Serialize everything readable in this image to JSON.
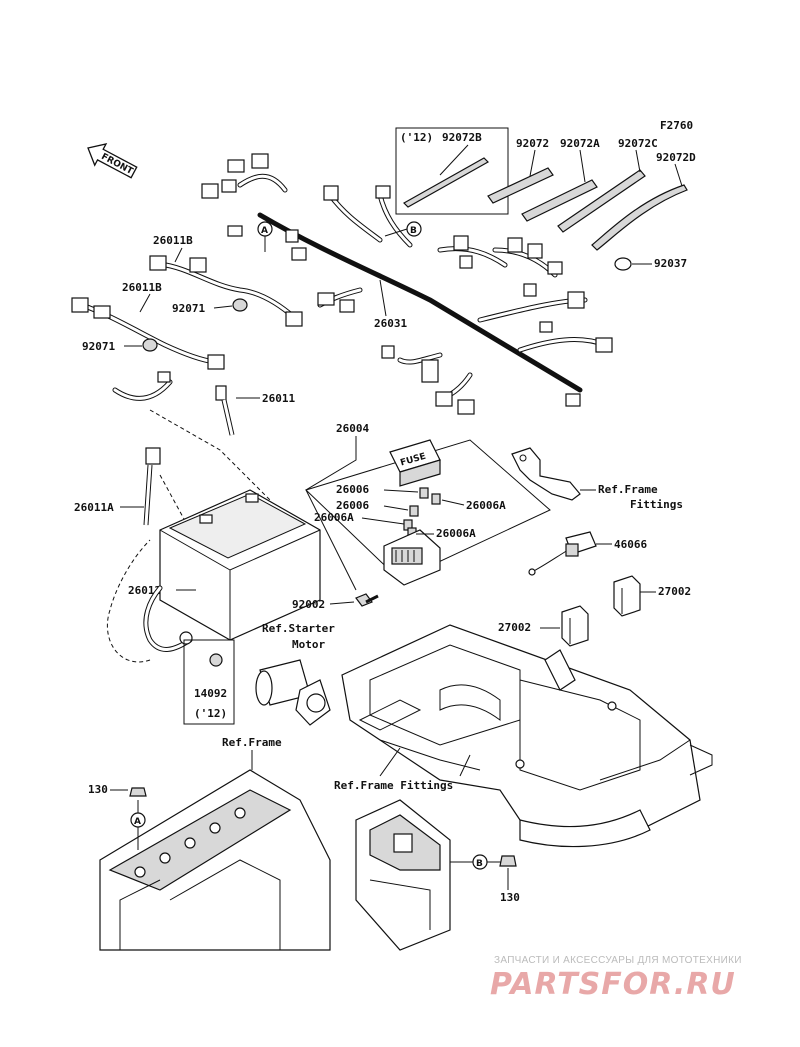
{
  "figure_code": "F2760",
  "front_label": "FRONT",
  "part_numbers": {
    "p92072B": "92072B",
    "p92072": "92072",
    "p92072A": "92072A",
    "p92072C": "92072C",
    "p92072D": "92072D",
    "p92037": "92037",
    "p26011B_a": "26011B",
    "p26011B_b": "26011B",
    "p92071_a": "92071",
    "p92071_b": "92071",
    "p26031": "26031",
    "p26011": "26011",
    "p26004": "26004",
    "p26006": "26006",
    "p26006b": "26006",
    "p26006A_a": "26006A",
    "p26006A_b": "26006A",
    "p26006A_c": "26006A",
    "p26011A": "26011A",
    "p46066": "46066",
    "p26012": "26012",
    "p92002": "92002",
    "p27002_a": "27002",
    "p27002_b": "27002",
    "p14092": "14092",
    "p130_a": "130",
    "p130_b": "130"
  },
  "year_notes": {
    "y12_top": "('12)",
    "y12_bottom": "('12)"
  },
  "references": {
    "frame_fittings_1": "Ref.Frame",
    "frame_fittings_2": "Fittings",
    "starter_1": "Ref.Starter",
    "starter_2": "Motor",
    "frame": "Ref.Frame",
    "frame_fittings_bottom": "Ref.Frame Fittings"
  },
  "callout_marks": {
    "a_top": "A",
    "b_top": "B",
    "a_bottom": "A",
    "b_bottom": "B"
  },
  "fuse_label": "FUSE",
  "watermark": {
    "tagline": "ЗАПЧАСТИ И АКСЕССУАРЫ ДЛЯ МОТОТЕХНИКИ",
    "logo": "PARTSFOR.RU"
  }
}
